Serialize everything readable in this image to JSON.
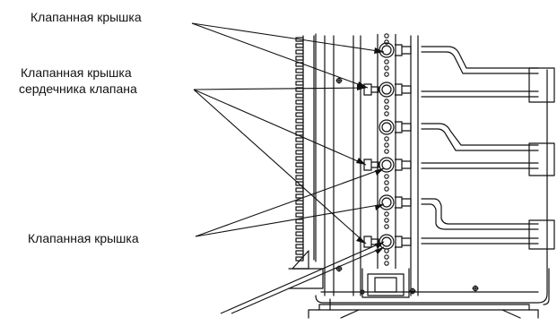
{
  "labels": {
    "valve_cap_top": "Клапанная крышка",
    "valve_core_cap_line1": "Клапанная крышка",
    "valve_core_cap_line2": "сердечника клапана",
    "valve_cap_bottom": "Клапанная крышка"
  },
  "colors": {
    "line": "#111111",
    "background": "#ffffff"
  }
}
